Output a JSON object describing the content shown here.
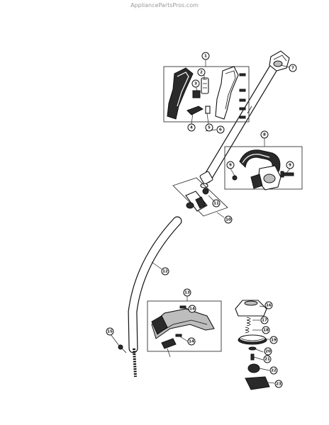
{
  "watermark": "AppliancePartsPros.com",
  "callouts": [
    {
      "id": "c1",
      "label": "1"
    },
    {
      "id": "c2",
      "label": "2"
    },
    {
      "id": "c3",
      "label": "3"
    },
    {
      "id": "c4",
      "label": "4"
    },
    {
      "id": "c5",
      "label": "5"
    },
    {
      "id": "c6",
      "label": "6"
    },
    {
      "id": "c7",
      "label": "7"
    },
    {
      "id": "c8",
      "label": "8"
    },
    {
      "id": "c9a",
      "label": "9"
    },
    {
      "id": "c9b",
      "label": "9"
    },
    {
      "id": "c10",
      "label": "10"
    },
    {
      "id": "c11",
      "label": "11"
    },
    {
      "id": "c12",
      "label": "12"
    },
    {
      "id": "c13",
      "label": "13"
    },
    {
      "id": "c14a",
      "label": "14"
    },
    {
      "id": "c14b",
      "label": "14"
    },
    {
      "id": "c15",
      "label": "15"
    },
    {
      "id": "c16",
      "label": "16"
    },
    {
      "id": "c17",
      "label": "17"
    },
    {
      "id": "c18",
      "label": "18"
    },
    {
      "id": "c19",
      "label": "19"
    },
    {
      "id": "c20",
      "label": "20"
    },
    {
      "id": "c21",
      "label": "21"
    },
    {
      "id": "c22",
      "label": "22"
    },
    {
      "id": "c23",
      "label": "23"
    },
    {
      "id": "c15b",
      "label": "15"
    }
  ]
}
